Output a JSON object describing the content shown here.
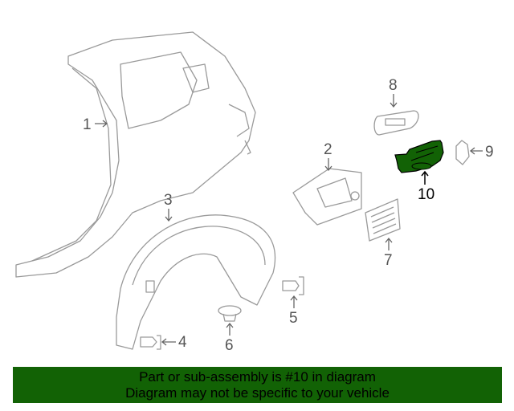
{
  "diagram": {
    "callouts": [
      "1",
      "2",
      "3",
      "4",
      "5",
      "6",
      "7",
      "8",
      "9",
      "10"
    ],
    "highlighted_part": "10",
    "highlight_color": "#126205"
  },
  "banner": {
    "line1": "Part or sub-assembly is #10 in diagram",
    "line2": "Diagram may not be specific to your vehicle",
    "background": "#126205"
  }
}
